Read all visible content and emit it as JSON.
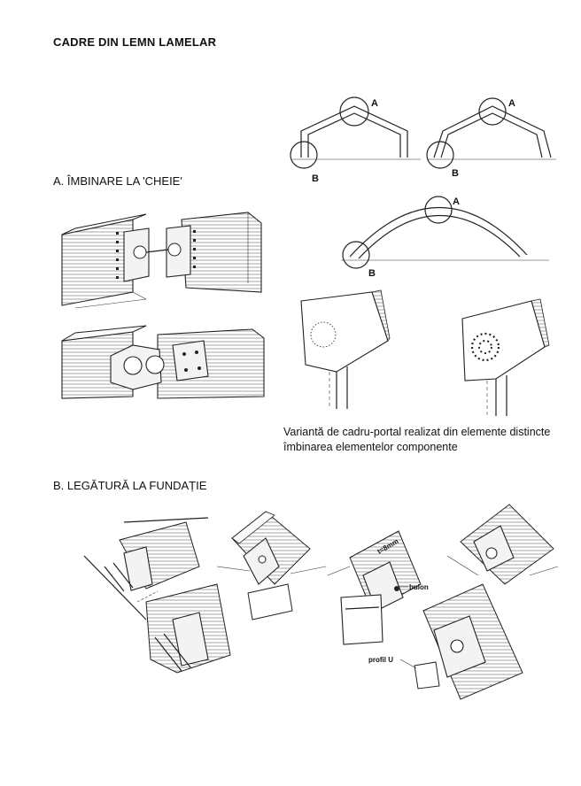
{
  "title": "CADRE DIN LEMN LAMELAR",
  "section_a": {
    "heading": "A. ÎMBINARE LA  'CHEIE'"
  },
  "section_b": {
    "heading": "B. LEGĂTURĂ LA FUNDAȚIE"
  },
  "frame_labels": {
    "a": "A",
    "b": "B"
  },
  "caption": {
    "line1": "Variantă de cadru-portal realizat din elemente distincte",
    "line2": "îmbinarea elementelor componente"
  },
  "annotations": {
    "thickness": "t=8mm",
    "bolt": "bulon",
    "u_profile": "profil U"
  }
}
